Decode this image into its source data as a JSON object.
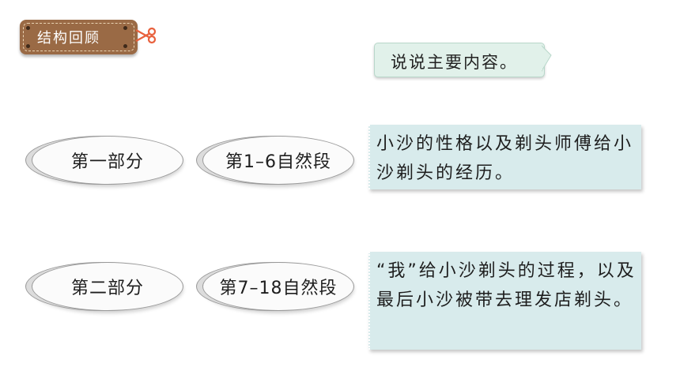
{
  "tag": {
    "label": "结构回顾"
  },
  "prompt": {
    "text": "说说主要内容。"
  },
  "rows": [
    {
      "part": "第一部分",
      "paragraphs": "第1–6自然段",
      "summary": "小沙的性格以及剃头师傅给小沙剃头的经历。"
    },
    {
      "part": "第二部分",
      "paragraphs": "第7–18自然段",
      "summary": "“我”给小沙剃头的过程，以及最后小沙被带去理发店剃头。"
    }
  ],
  "colors": {
    "tag_bg": "#9a6a45",
    "prompt_bg": "#e1f1ea",
    "box_bg": "#d8ebec",
    "scissors": "#e8603c"
  },
  "icons": {
    "scissors": "scissors-icon",
    "speech_tail": "speech-tail-icon"
  }
}
